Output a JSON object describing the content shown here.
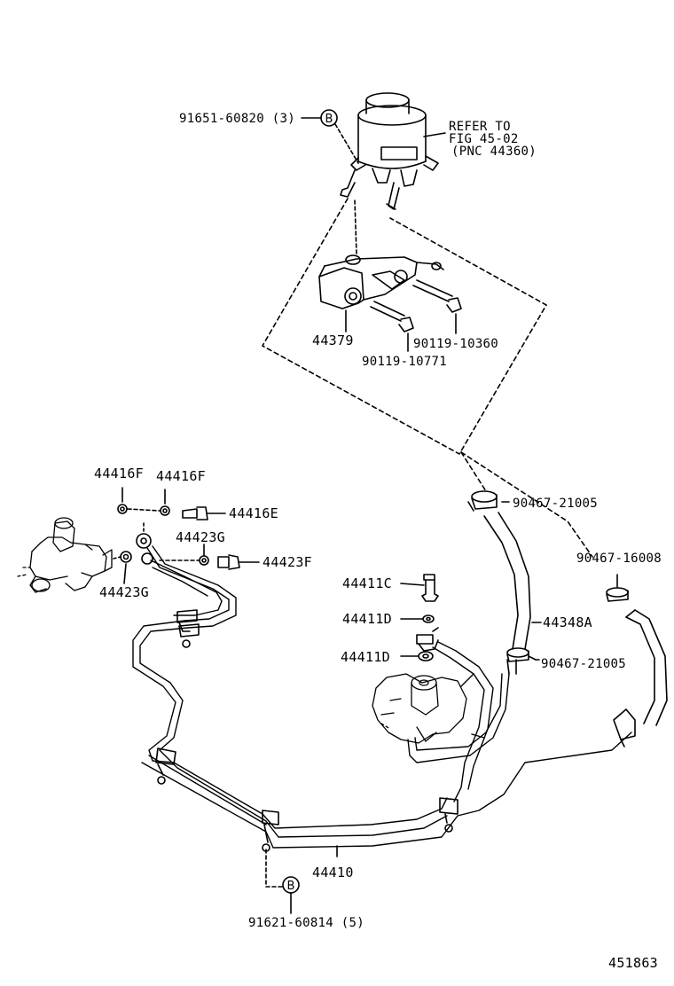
{
  "diagram": {
    "part_labels": {
      "bolt_top": "91651-60820 (3)",
      "refer_1": "REFER TO",
      "refer_2": "FIG 45-02",
      "refer_3": "(PNC 44360)",
      "bracket": "44379",
      "bolt_a": "90119-10360",
      "bolt_b": "90119-10771",
      "gasket_f1": "44416F",
      "gasket_f2": "44416F",
      "union_e": "44416E",
      "gasket_g1": "44423G",
      "gasket_g2": "44423G",
      "union_f": "44423F",
      "union_c": "44411C",
      "gasket_d1": "44411D",
      "gasket_d2": "44411D",
      "clip_1": "90467-21005",
      "clip_2": "90467-16008",
      "hose": "44348A",
      "clip_3": "90467-21005",
      "tube": "44410",
      "bolt_bottom": "91621-60814 (5)",
      "ref_b1": "B",
      "ref_b2": "B",
      "figure_no": "451863"
    }
  }
}
